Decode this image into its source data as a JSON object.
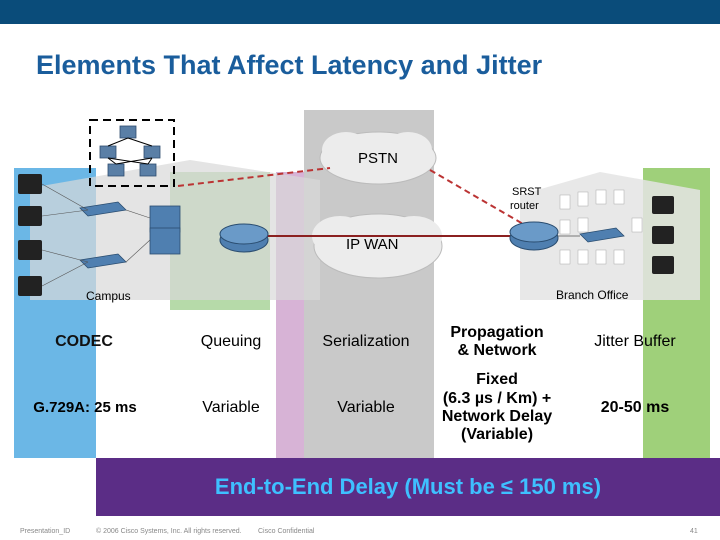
{
  "title": "Elements That Affect Latency and Jitter",
  "diagram": {
    "pstn_label": "PSTN",
    "ipwan_label": "IP WAN",
    "srst_label_line1": "SRST",
    "srst_label_line2": "router",
    "campus_label": "Campus",
    "branch_label": "Branch Office"
  },
  "columns": [
    {
      "header": "CODEC",
      "value": "G.729A: 25 ms",
      "color": "#6bb7e6"
    },
    {
      "header": "Queuing",
      "value": "Variable",
      "color": "#a9d39a"
    },
    {
      "header": "Serialization",
      "value": "Variable",
      "color": "#d7b3d6"
    },
    {
      "header_line1": "Propagation",
      "header_line2": "& Network",
      "value_line1": "Fixed",
      "value_line2": "(6.3 µs / Km) +",
      "value_line3": "Network Delay",
      "value_line4": "(Variable)",
      "color": "#c8c8c8"
    },
    {
      "header": "Jitter Buffer",
      "value": "20-50 ms",
      "color": "#9fd07a"
    }
  ],
  "banner": "End-to-End Delay (Must be ≤ 150 ms)",
  "footer": {
    "presentation_id": "Presentation_ID",
    "copyright": "© 2006 Cisco Systems, Inc. All rights reserved.",
    "confidential": "Cisco Confidential",
    "page": "41"
  }
}
